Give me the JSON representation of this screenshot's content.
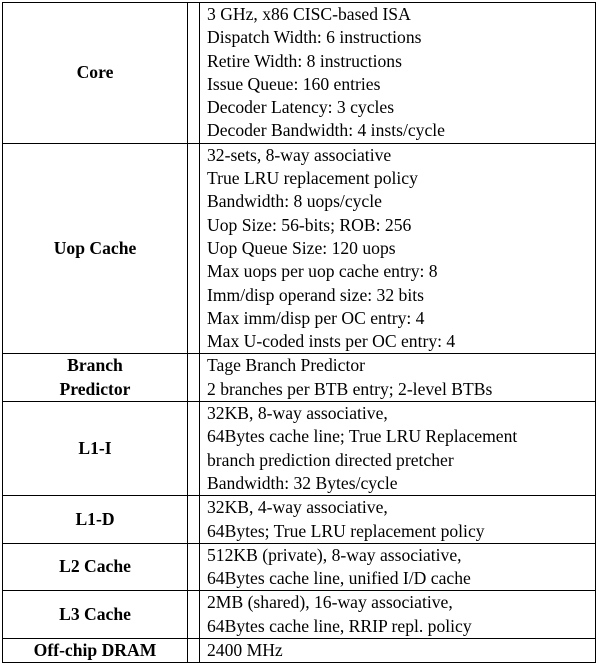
{
  "rows": [
    {
      "component": [
        "Core"
      ],
      "specs": [
        "3 GHz, x86 CISC-based ISA",
        "Dispatch Width: 6 instructions",
        "Retire Width: 8 instructions",
        "Issue Queue: 160 entries",
        "Decoder Latency: 3 cycles",
        "Decoder Bandwidth: 4 insts/cycle"
      ]
    },
    {
      "component": [
        "Uop Cache"
      ],
      "specs": [
        "32-sets, 8-way associative",
        "True LRU replacement policy",
        "Bandwidth: 8 uops/cycle",
        "Uop Size: 56-bits; ROB: 256",
        "Uop Queue Size: 120 uops",
        "Max uops per uop cache entry: 8",
        "Imm/disp operand size: 32 bits",
        "Max imm/disp per OC entry: 4",
        "Max U-coded insts per OC entry: 4"
      ]
    },
    {
      "component": [
        "Branch",
        "Predictor"
      ],
      "specs": [
        "Tage Branch Predictor",
        "2 branches per BTB entry; 2-level BTBs"
      ]
    },
    {
      "component": [
        "L1-I"
      ],
      "specs": [
        "32KB, 8-way associative,",
        "64Bytes cache line; True LRU Replacement",
        "branch prediction directed pretcher",
        "Bandwidth: 32 Bytes/cycle"
      ]
    },
    {
      "component": [
        "L1-D"
      ],
      "specs": [
        "32KB, 4-way associative,",
        "64Bytes; True LRU replacement policy"
      ]
    },
    {
      "component": [
        "L2 Cache"
      ],
      "specs": [
        "512KB (private), 8-way associative,",
        "64Bytes cache line, unified I/D cache"
      ]
    },
    {
      "component": [
        "L3 Cache"
      ],
      "specs": [
        "2MB (shared), 16-way associative,",
        "64Bytes cache line, RRIP repl. policy"
      ]
    },
    {
      "component": [
        "Off-chip DRAM"
      ],
      "specs": [
        "2400 MHz"
      ]
    }
  ]
}
